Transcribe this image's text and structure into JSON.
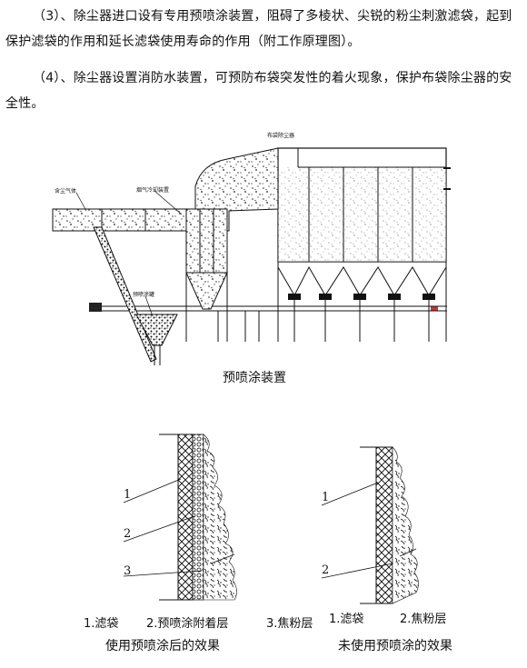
{
  "paragraphs": {
    "p3": "（3）、除尘器进口设有专用预喷涂装置，阻碍了多棱状、尖锐的粉尘刺激滤袋，起到保护滤袋的作用和延长滤袋使用寿命的作用（附工作原理图）。",
    "p4": "（4）、除尘器设置消防水装置，可预防布袋突发性的着火现象，保护布袋除尘器的安全性。"
  },
  "diagram": {
    "caption": "预喷涂装置",
    "tiny_labels": [
      "布袋除尘器",
      "含尘气体",
      "烟气冷却装置",
      "预喷涂罐"
    ]
  },
  "left_fig": {
    "callouts": [
      "1",
      "2",
      "3"
    ],
    "legend": [
      "1.滤袋",
      "2.预喷涂附着层",
      "3.焦粉层"
    ],
    "caption": "使用预喷涂后的效果"
  },
  "right_fig": {
    "callouts": [
      "1",
      "2"
    ],
    "legend": [
      "1.滤袋",
      "2.焦粉层"
    ],
    "caption": "未使用预喷涂的效果"
  }
}
